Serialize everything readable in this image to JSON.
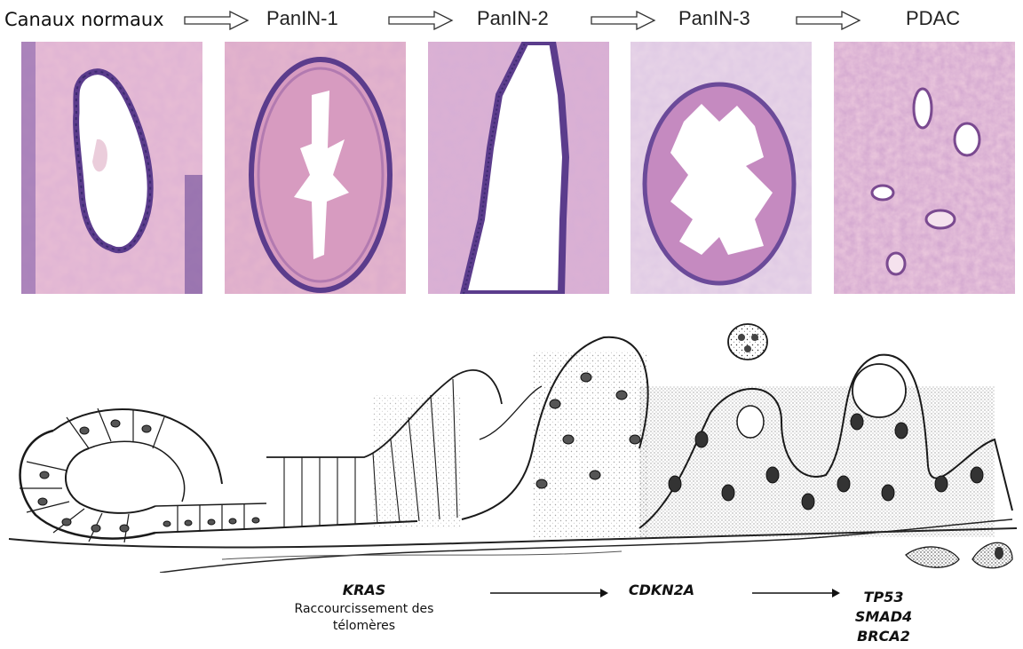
{
  "stages": [
    "Canaux normaux",
    "PanIN-1",
    "PanIN-2",
    "PanIN-3",
    "PDAC"
  ],
  "genes": {
    "early": "KRAS",
    "early_note_line1": "Raccourcissement des",
    "early_note_line2": "télomères",
    "middle": "CDKN2A",
    "late_1": "TP53",
    "late_2": "SMAD4",
    "late_3": "BRCA2"
  },
  "colors": {
    "stroma_pink": "#e3b7cf",
    "stroma_violet": "#c99ac6",
    "nuclei_purple": "#5b3c8c",
    "lumen_white": "#ffffff",
    "ink": "#1a1a1a"
  },
  "icons": [
    "hollow-arrow-icon",
    "flow-arrow-icon"
  ]
}
